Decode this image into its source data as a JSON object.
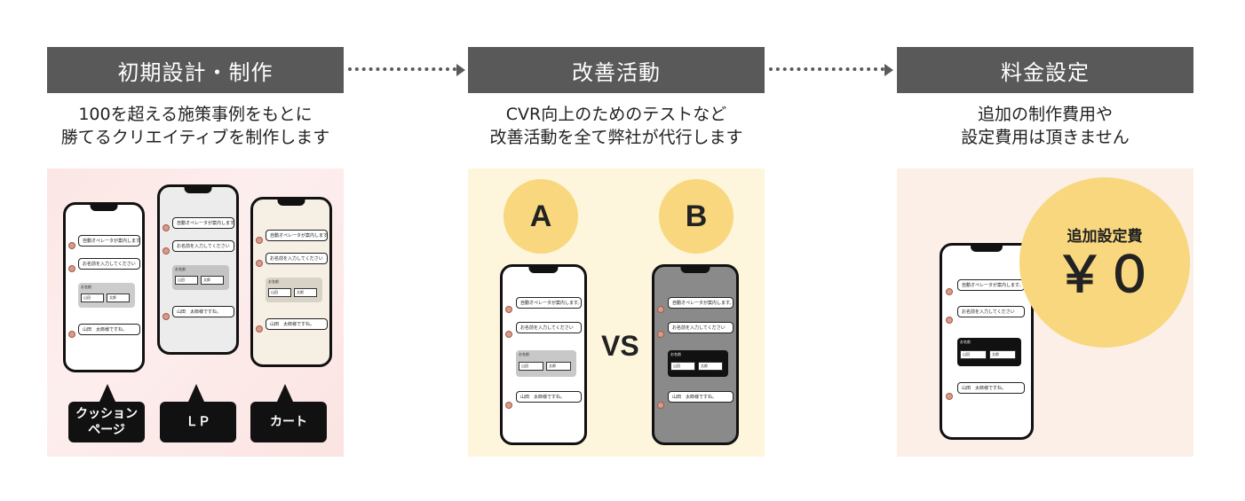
{
  "steps": [
    {
      "title": "初期設計・制作",
      "desc": [
        "100を超える施策事例をもとに",
        "勝てるクリエイティブを制作します"
      ],
      "tags": [
        "クッション\nページ",
        "ＬＰ",
        "カート"
      ],
      "phones": {
        "cushion": [
          "自動オペレータが案内します。",
          "お名前を入力してください",
          "お名前",
          "山田",
          "太郎",
          "山田　太郎様ですね。"
        ],
        "lp": [
          "自動オペレータが案内します。",
          "お名前を入力してください",
          "お名前",
          "山田",
          "太郎",
          "山田　太郎様ですね。"
        ],
        "cart": [
          "自動オペレータが案内します。",
          "お名前を入力してください",
          "お名前",
          "山田",
          "太郎",
          "山田　太郎様ですね。"
        ]
      }
    },
    {
      "title": "改善活動",
      "desc": [
        "CVR向上のためのテストなど",
        "改善活動を全て弊社が代行します"
      ],
      "labelA": "A",
      "labelB": "B",
      "vs": "VS",
      "phones": {
        "a": [
          "自動オペレータが案内します。",
          "お名前を入力してください",
          "お名前",
          "山田",
          "太郎",
          "山田　太郎様ですね。"
        ],
        "b": [
          "自動オペレータが案内します。",
          "お名前を入力してください",
          "お名前",
          "山田",
          "太郎",
          "山田　太郎様ですね。"
        ]
      }
    },
    {
      "title": "料金設定",
      "desc": [
        "追加の制作費用や",
        "設定費用は頂きません"
      ],
      "badge_label": "追加設定費",
      "badge_value": "￥０",
      "phone": [
        "自動オペレータが案内します。",
        "お名前を入力してください",
        "お名前",
        "山田",
        "太郎",
        "山田　太郎様ですね。"
      ]
    }
  ],
  "colors": {
    "header_bg": "#595959",
    "accent_yellow": "#f8d77f",
    "tag_black": "#111111"
  }
}
